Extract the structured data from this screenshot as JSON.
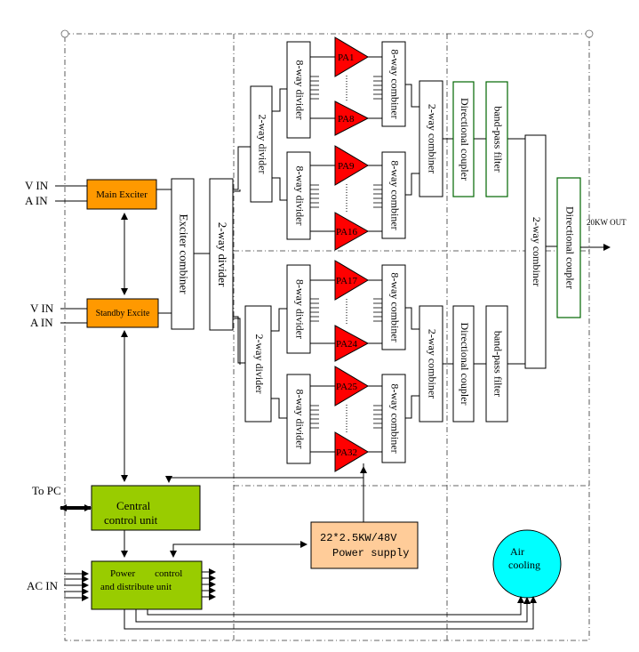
{
  "inputs": {
    "main_v": "V IN",
    "main_a": "A IN",
    "standby_v": "V IN",
    "standby_a": "A IN",
    "to_pc": "To PC",
    "ac_in": "AC IN"
  },
  "exciters": {
    "main": "Main Exciter",
    "standby": "Standby Excite",
    "combiner": "Exciter combiner",
    "divider": "2-way divider"
  },
  "blocks": {
    "two_way_divider": "2-way divider",
    "eight_way_divider": "8-way divider",
    "eight_way_combiner": "8-way combiner",
    "two_way_combiner": "2-way combiner",
    "directional_coupler": "Directional coupler",
    "band_pass_filter": "band-pass filter",
    "final_combiner": "2-way combiner",
    "final_coupler": "Directional coupler"
  },
  "amplifiers": [
    "PA1",
    "PA8",
    "PA9",
    "PA16",
    "PA17",
    "PA24",
    "PA25",
    "PA32"
  ],
  "output": "20KW OUT",
  "control": {
    "central_line1": "Central",
    "central_line2": "control unit",
    "power_line1": "Power        control",
    "power_line2": "and distribute unit",
    "supply_line1": "22*2.5KW/48V",
    "supply_line2": "Power supply",
    "cooling_line1": "Air",
    "cooling_line2": "cooling"
  },
  "colors": {
    "exciter_fill": "#FF9900",
    "control_fill": "#99CC00",
    "supply_fill": "#FFCC99",
    "cooling_fill": "#00FFFF",
    "amplifier_fill": "#FF0000",
    "filter_border": "#006600"
  }
}
